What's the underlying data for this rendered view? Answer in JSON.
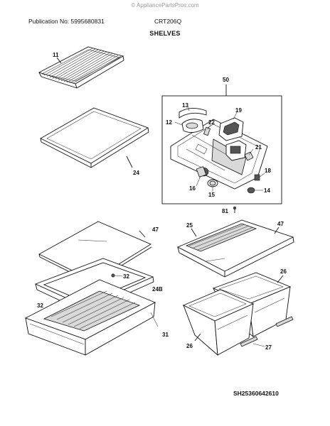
{
  "header": {
    "watermark": "© AppliancePartsPros.com",
    "publication": "Publication No: 5995680831",
    "model": "CRT206Q",
    "section_title": "SHELVES"
  },
  "parts": {
    "p11": "11",
    "p24": "24",
    "p50": "50",
    "p13": "13",
    "p12": "12",
    "p19": "19",
    "p22": "22",
    "p21": "21",
    "p18": "18",
    "p16": "16",
    "p15": "15",
    "p14": "14",
    "p81": "81",
    "p47a": "47",
    "p32a": "32",
    "p24b": "24B",
    "p32b": "32",
    "p31": "31",
    "p25": "25",
    "p47b": "47",
    "p26a": "26",
    "p26b": "26",
    "p27": "27"
  },
  "footer": {
    "code": "SH25360642610"
  }
}
